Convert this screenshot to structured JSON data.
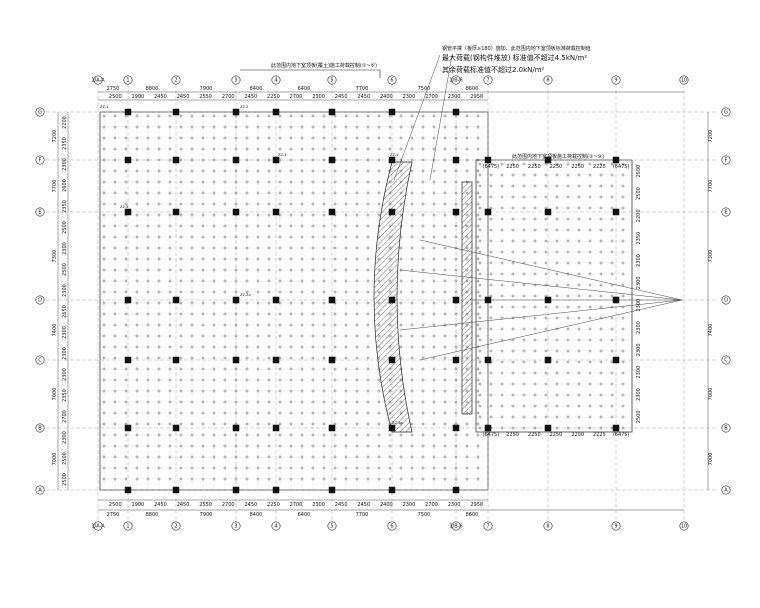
{
  "grid_axes": {
    "top_columns": [
      "1/A-A",
      "1",
      "2",
      "3",
      "4",
      "5",
      "6",
      "1/B-6",
      "7",
      "8",
      "9",
      "10"
    ],
    "bottom_columns": [
      "1/A-A",
      "1",
      "2",
      "3",
      "4",
      "5",
      "6",
      "1/B-6",
      "7",
      "8",
      "9",
      "10"
    ],
    "left_rows": [
      "G",
      "F",
      "E",
      "D",
      "C",
      "B",
      "A"
    ],
    "right_rows": [
      "G",
      "F",
      "E",
      "D",
      "C",
      "B",
      "A"
    ]
  },
  "dimensions": {
    "top_bays": [
      "2750",
      "8800",
      "7900",
      "8400",
      "6400",
      "7700",
      "7500",
      "8600"
    ],
    "top_subdims": [
      "2500",
      "1900",
      "2450",
      "2450",
      "2550",
      "2700",
      "2450",
      "2250",
      "2700",
      "2300",
      "2450",
      "2450",
      "2400",
      "2300",
      "2700",
      "2300",
      "2950"
    ],
    "bottom_bays": [
      "2750",
      "8800",
      "7900",
      "8400",
      "6400",
      "7700",
      "7500",
      "8600"
    ],
    "bottom_subdims": [
      "2500",
      "1900",
      "2450",
      "2450",
      "2550",
      "2700",
      "2450",
      "2250",
      "2700",
      "2300",
      "2450",
      "2450",
      "2400",
      "2300",
      "2700",
      "2300",
      "2950"
    ],
    "right_inner_top": [
      "(6475)",
      "2250",
      "2250",
      "2250",
      "2250",
      "2225",
      "(6475)"
    ],
    "right_inner_bottom": [
      "(6475)",
      "2250",
      "2250",
      "2250",
      "2250",
      "2225",
      "(6475)"
    ],
    "left_subdims": [
      "2200",
      "2350",
      "2300",
      "2600",
      "2350",
      "2500",
      "2300",
      "2500",
      "2300",
      "2650",
      "2300",
      "2300",
      "2300",
      "2350",
      "2700",
      "2300",
      "2500",
      "2500"
    ],
    "left_bays": [
      "7200",
      "7700",
      "7300",
      "7400",
      "7000",
      "7000"
    ],
    "right_bays": [
      "7200",
      "7700",
      "7300",
      "7400",
      "7000",
      "7000"
    ]
  },
  "notes": {
    "top_left": "此范围内地下室顶板(覆土)施工荷载控制(①~⑥)",
    "top_right_1": "钢管平撑（板厚≥180）施加、此范围内地下室顶板标准荷载控制值",
    "top_right_2": "最大荷载(钢构件堆放) 标准值不超过4.5kN/m²",
    "top_right_3": "其余荷载标准值不超过2.0kN/m²",
    "right_region": "此范围内地下室顶板施工荷载控制(①~⑩)"
  },
  "column_labels": {
    "zz1": "ZZ-1",
    "zz2": "ZZ-2",
    "zz3": "ZZ-3",
    "zz4": "ZZ-4",
    "zz5": "ZZ-5",
    "zz2a": "ZZ-2a",
    "zz3a": "ZZ-3a"
  },
  "colors": {
    "line": "#222222",
    "light_line": "#9a9a9a",
    "hatch": "#555555",
    "background": "#ffffff"
  }
}
